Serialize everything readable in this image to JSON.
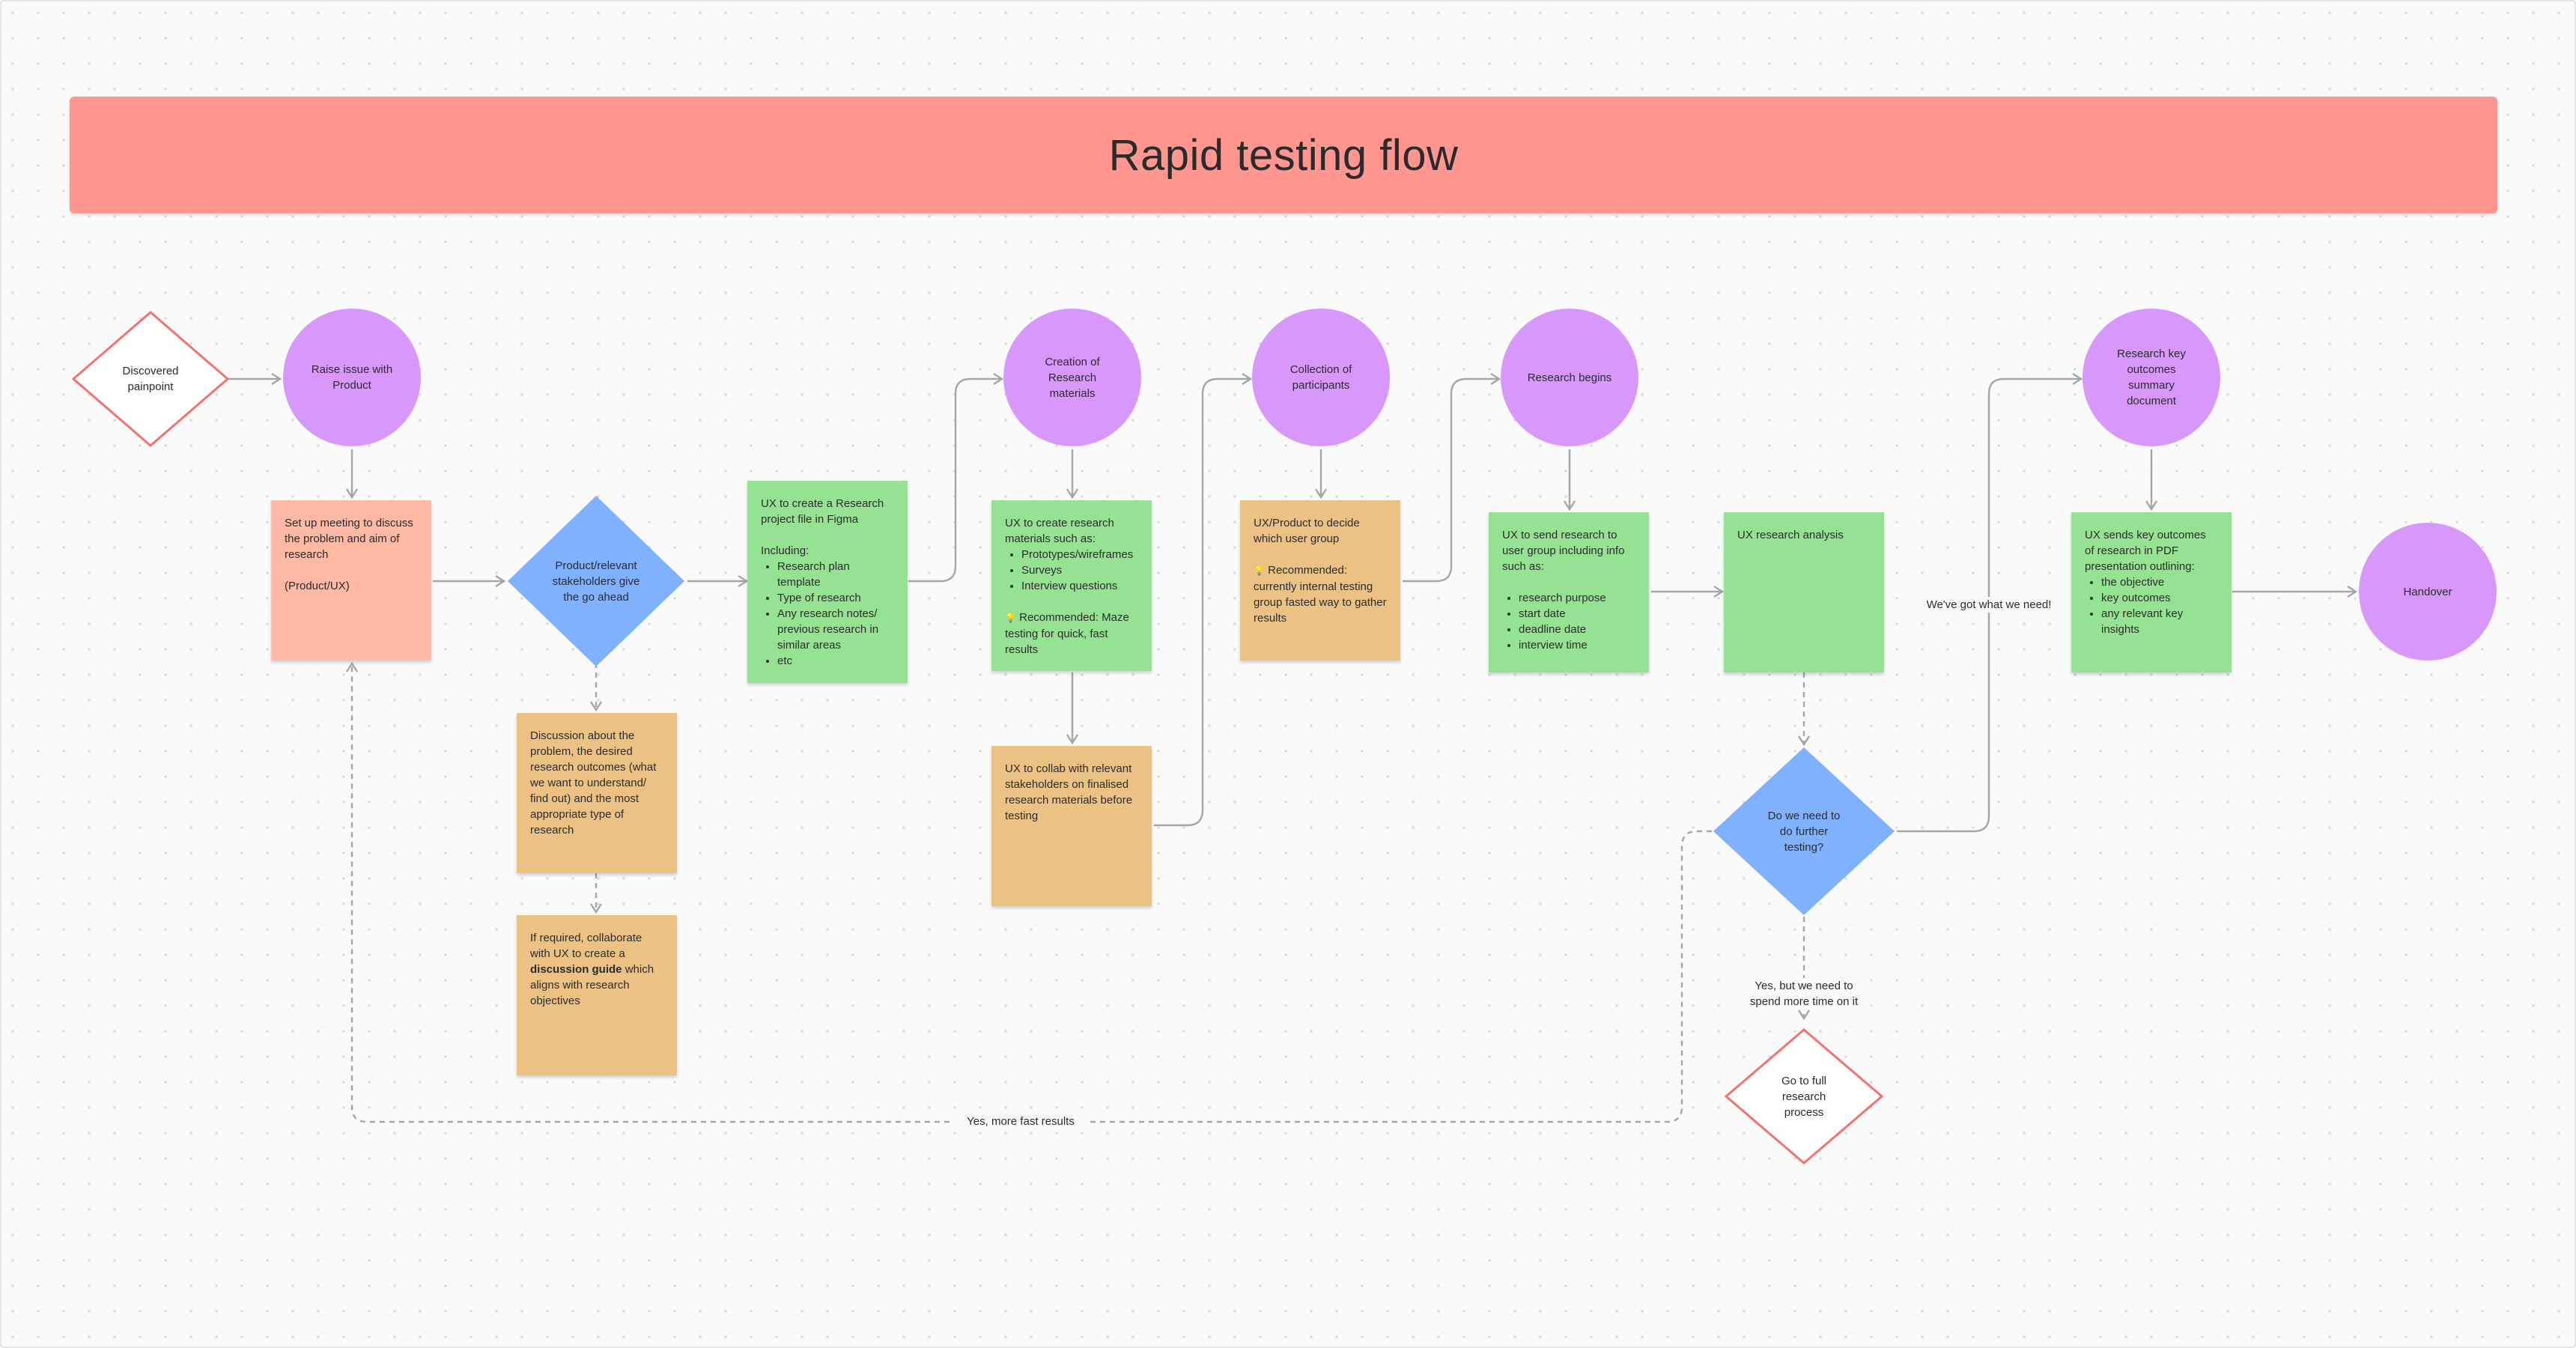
{
  "title": "Rapid testing flow",
  "colors": {
    "banner": "#ff9790",
    "circle": "#d897fb",
    "diamond": "#7fb1ff",
    "terminal_outline": "#f2736a",
    "green_note": "#95e392",
    "orange_note": "#ecc284",
    "salmon_note": "#ffb9a4",
    "connector": "#a6a6a6"
  },
  "nodes": {
    "discovered": "Discovered painpoint",
    "raise_issue": "Raise issue with Product",
    "setup_meeting": {
      "text": "Set up meeting to discuss the problem and aim of research",
      "role": "(Product/UX)"
    },
    "stakeholders_decision": "Product/relevant stakeholders give the go ahead",
    "discussion": "Discussion about the problem, the desired research outcomes (what we want to understand/ find out) and the most appropriate type of research",
    "discussion_guide": {
      "pre": "If required, collaborate with UX to create a ",
      "bold": "discussion guide",
      "post": " which aligns with research objectives"
    },
    "research_file": {
      "text": "UX to create a Research project file in Figma",
      "lead": "Including:",
      "items": [
        "Research plan template",
        "Type of research",
        "Any research notes/ previous research in similar areas",
        "etc"
      ]
    },
    "creation_materials": "Creation of Research materials",
    "research_materials": {
      "text": "UX to create research materials such as:",
      "items": [
        "Prototypes/wireframes",
        "Surveys",
        "Interview questions"
      ],
      "icon": "💡",
      "note": "Recommended: Maze testing for quick, fast results"
    },
    "collab": "UX to collab with relevant stakeholders on finalised research materials before testing",
    "collection": "Collection of participants",
    "decide_group": {
      "text": "UX/Product to decide which user group",
      "icon": "💡",
      "note": "Recommended: currently internal testing group fasted way to gather results"
    },
    "research_begins": "Research begins",
    "send_research": {
      "text": "UX to send research to user group including info such as:",
      "items": [
        "research purpose",
        "start date",
        "deadline date",
        "interview time"
      ]
    },
    "analysis": "UX research analysis",
    "further_testing": "Do we need to do further testing?",
    "full_research": "Go to full research process",
    "key_outcomes_doc": "Research key outcomes summary document",
    "send_outcomes": {
      "text": "UX sends key outcomes of research in PDF presentation outlining:",
      "items": [
        "the objective",
        "key outcomes",
        "any relevant key insights"
      ]
    },
    "handover": "Handover"
  },
  "edge_labels": {
    "got_what_we_need": "We've got what we need!",
    "more_time": "Yes, but we need to spend more time on it",
    "more_fast_results": "Yes, more fast results"
  }
}
